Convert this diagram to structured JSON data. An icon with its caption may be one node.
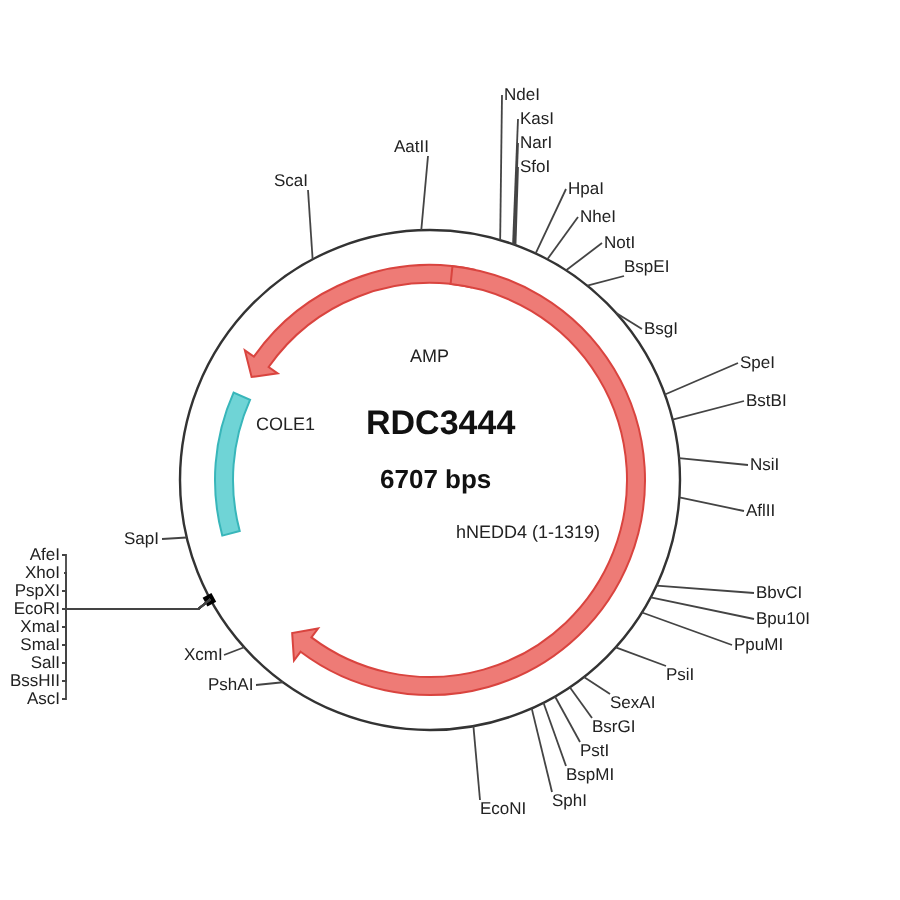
{
  "diagram": {
    "nodes": [
      {
        "text": [
          "NdeI"
        ]
      },
      {
        "text": [
          "KasI"
        ]
      },
      {
        "text": [
          "NarI"
        ]
      },
      {
        "text": [
          "SfoI"
        ]
      },
      {
        "text": [
          "AatII"
        ]
      },
      {
        "text": [
          "HpaI"
        ]
      },
      {
        "text": [
          "NheI"
        ]
      },
      {
        "text": [
          "NotI"
        ]
      },
      {
        "text": [
          "BspEI"
        ]
      },
      {
        "text": [
          "BsgI"
        ]
      },
      {
        "text": [
          "ScaI"
        ]
      },
      {
        "text": [
          "SpeI"
        ]
      },
      {
        "text": [
          "BstBI"
        ]
      },
      {
        "text": [
          "NsiI"
        ]
      },
      {
        "text": [
          "AflII"
        ]
      },
      {
        "text": [
          "BbvCI"
        ]
      },
      {
        "text": [
          "Bpu10I"
        ]
      },
      {
        "text": [
          "PpuMI"
        ]
      },
      {
        "text": [
          "PsiI"
        ]
      },
      {
        "text": [
          "SexAI"
        ]
      },
      {
        "text": [
          "BsrGI"
        ]
      },
      {
        "text": [
          "PstI"
        ]
      },
      {
        "text": [
          "BspMI"
        ]
      },
      {
        "text": [
          "SphI"
        ]
      },
      {
        "text": [
          "EcoNI"
        ]
      },
      {
        "text": [
          "PshAI"
        ]
      },
      {
        "text": [
          "XcmI"
        ]
      },
      {
        "text": [
          "SapI"
        ]
      },
      {
        "text": [
          "AfeI"
        ]
      },
      {
        "text": [
          "XhoI"
        ]
      },
      {
        "text": [
          "PspXI"
        ]
      },
      {
        "text": [
          "EcoRI"
        ]
      },
      {
        "text": [
          "XmaI"
        ]
      },
      {
        "text": [
          "SmaI"
        ]
      },
      {
        "text": [
          "SalI"
        ]
      },
      {
        "text": [
          "BssHII"
        ]
      },
      {
        "text": [
          "AscI"
        ]
      }
    ],
    "edges": [
      {
        "from": 0,
        "to": null,
        "arrow": "none"
      },
      {
        "from": 1,
        "to": null,
        "arrow": "none"
      },
      {
        "from": 2,
        "to": null,
        "arrow": "none"
      },
      {
        "from": 3,
        "to": null,
        "arrow": "none"
      },
      {
        "from": 4,
        "to": null,
        "arrow": "none"
      },
      {
        "from": 5,
        "to": null,
        "arrow": "none"
      },
      {
        "from": 6,
        "to": null,
        "arrow": "none"
      },
      {
        "from": 7,
        "to": null,
        "arrow": "none"
      },
      {
        "from": 8,
        "to": null,
        "arrow": "none"
      },
      {
        "from": 9,
        "to": null,
        "arrow": "none"
      },
      {
        "from": 10,
        "to": null,
        "arrow": "none"
      },
      {
        "from": 11,
        "to": null,
        "arrow": "none"
      },
      {
        "from": 12,
        "to": null,
        "arrow": "none"
      },
      {
        "from": 13,
        "to": null,
        "arrow": "none"
      },
      {
        "from": 14,
        "to": null,
        "arrow": "none"
      },
      {
        "from": 15,
        "to": null,
        "arrow": "none"
      },
      {
        "from": 16,
        "to": null,
        "arrow": "none"
      },
      {
        "from": 17,
        "to": null,
        "arrow": "none"
      },
      {
        "from": 18,
        "to": null,
        "arrow": "none"
      },
      {
        "from": 19,
        "to": null,
        "arrow": "none"
      },
      {
        "from": 20,
        "to": null,
        "arrow": "none"
      },
      {
        "from": 21,
        "to": null,
        "arrow": "none"
      },
      {
        "from": 22,
        "to": null,
        "arrow": "none"
      },
      {
        "from": 23,
        "to": null,
        "arrow": "none"
      },
      {
        "from": 24,
        "to": null,
        "arrow": "none"
      },
      {
        "from": 25,
        "to": null,
        "arrow": "none"
      },
      {
        "from": 26,
        "to": null,
        "arrow": "none"
      },
      {
        "from": 27,
        "to": null,
        "arrow": "none"
      },
      {
        "from": 28,
        "to": null,
        "arrow": "none"
      },
      {
        "from": 29,
        "to": null,
        "arrow": "none"
      },
      {
        "from": 30,
        "to": null,
        "arrow": "none"
      },
      {
        "from": 31,
        "to": null,
        "arrow": "none"
      },
      {
        "from": 32,
        "to": null,
        "arrow": "none"
      },
      {
        "from": 33,
        "to": null,
        "arrow": "none"
      },
      {
        "from": 34,
        "to": null,
        "arrow": "none"
      },
      {
        "from": 35,
        "to": null,
        "arrow": "none"
      },
      {
        "from": 36,
        "to": null,
        "arrow": "none"
      }
    ],
    "labels": [
      "AMP",
      "COLE1",
      "RDC3444",
      "6707 bps",
      "hNEDD4 (1-1319)"
    ]
  }
}
